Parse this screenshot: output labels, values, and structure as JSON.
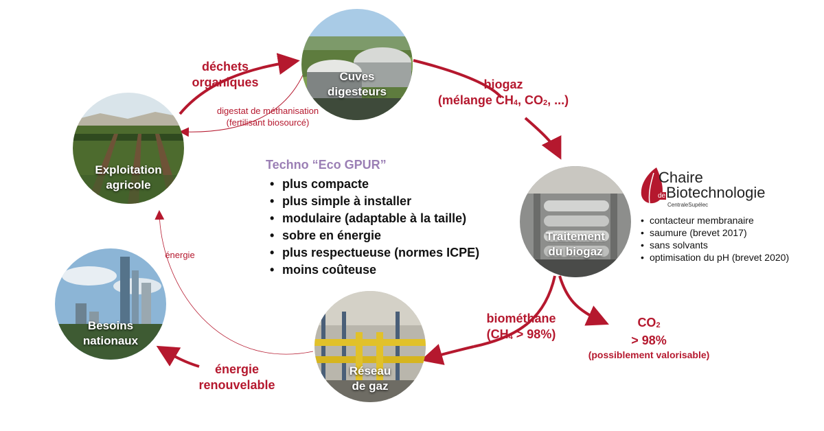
{
  "nodes": {
    "cuves": [
      "Cuves",
      "digesteurs"
    ],
    "exploitation": [
      "Exploitation",
      "agricole"
    ],
    "traitement": [
      "Traitement",
      "du biogaz"
    ],
    "besoins": [
      "Besoins",
      "nationaux"
    ],
    "reseau": [
      "Réseau",
      "de gaz"
    ]
  },
  "edges": {
    "dechets": [
      "déchets",
      "organiques"
    ],
    "digestat": [
      "digestat de méthanisation",
      "(fertilisant biosourcé)"
    ],
    "biogaz_line1": "biogaz",
    "biogaz_line2_pre": "(mélange CH",
    "biogaz_sub1": "4",
    "biogaz_mid": ", CO",
    "biogaz_sub2": "2",
    "biogaz_post": ", ...)",
    "biomethane_line1": "biométhane",
    "biomethane_pre": "(CH",
    "biomethane_sub": "4",
    "biomethane_post": " > 98%)",
    "co2_pre": "CO",
    "co2_sub": "2",
    "co2_line2": "> 98%",
    "co2_line3": "(possiblement valorisable)",
    "energie_renouvelable": [
      "énergie",
      "renouvelable"
    ],
    "energie": "énergie"
  },
  "techno": {
    "title": "Techno “Eco GPUR”",
    "items": [
      "plus compacte",
      "plus simple à installer",
      "modulaire (adaptable à la taille)",
      "sobre en énergie",
      "plus respectueuse (normes ICPE)",
      "moins coûteuse"
    ]
  },
  "chaire": {
    "logo_text": "Chaire de Biotechnologie CentraleSupélec",
    "items": [
      "contacteur membranaire",
      "saumure (brevet 2017)",
      "sans solvants",
      "optimisation du pH (brevet 2020)"
    ]
  },
  "colors": {
    "accent": "#b5182e",
    "techno_title": "#9b7fb5"
  }
}
